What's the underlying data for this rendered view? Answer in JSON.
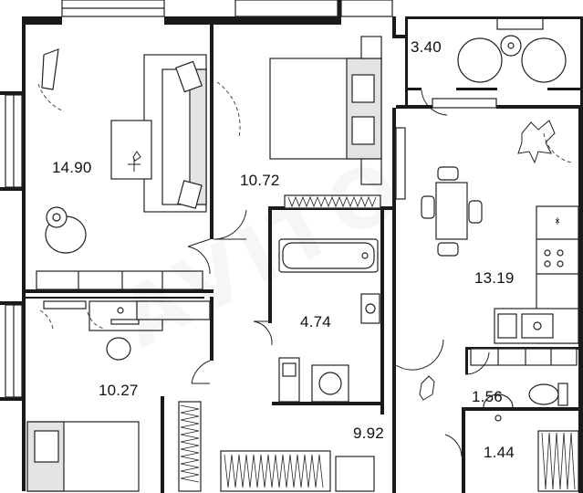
{
  "plan": {
    "rooms": [
      {
        "id": "living",
        "area": "14.90"
      },
      {
        "id": "bedroom",
        "area": "10.72"
      },
      {
        "id": "balcony",
        "area": "3.40"
      },
      {
        "id": "kitchen",
        "area": "13.19"
      },
      {
        "id": "bathroom",
        "area": "4.74"
      },
      {
        "id": "room-small",
        "area": "10.27"
      },
      {
        "id": "wc",
        "area": "1.56"
      },
      {
        "id": "hall",
        "area": "9.92"
      },
      {
        "id": "storage",
        "area": "1.44"
      }
    ],
    "watermark": "AVITO",
    "colors": {
      "wall": "#1a1a1a",
      "furniture_fill": "#e3e3e3",
      "line": "#222222"
    }
  }
}
